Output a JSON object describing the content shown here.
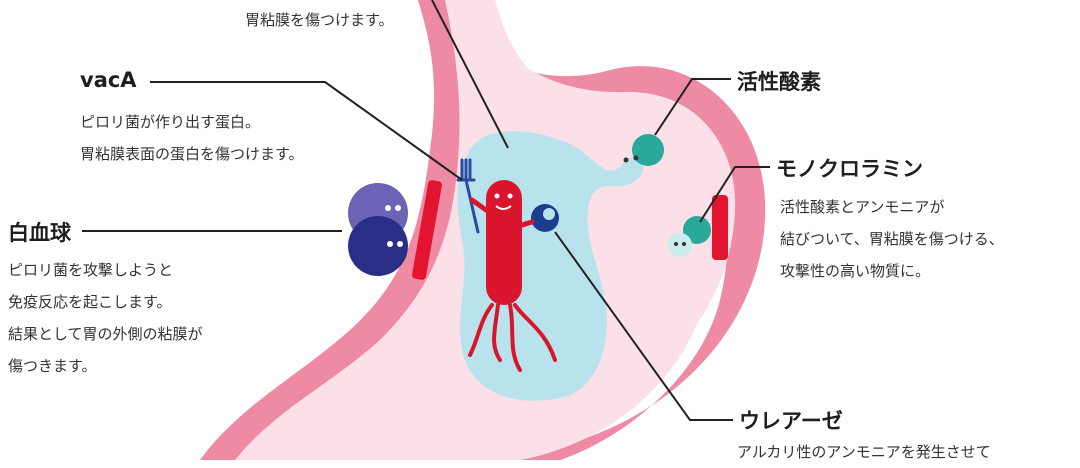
{
  "labels": {
    "top_desc": "胃粘膜を傷つけます。",
    "vacA": {
      "title": "vacA",
      "desc": [
        "ピロリ菌が作り出す蛋白。",
        "胃粘膜表面の蛋白を傷つけます。"
      ]
    },
    "white_blood_cell": {
      "title": "白血球",
      "desc": [
        "ピロリ菌を攻撃しようと",
        "免疫反応を起こします。",
        "結果として胃の外側の粘膜が",
        "傷つきます。"
      ]
    },
    "active_oxygen": {
      "title": "活性酸素"
    },
    "monochloramine": {
      "title": "モノクロラミン",
      "desc": [
        "活性酸素とアンモニアが",
        "結びついて、胃粘膜を傷つける、",
        "攻撃性の高い物質に。"
      ]
    },
    "urease": {
      "title": "ウレアーゼ",
      "desc": [
        "アルカリ性のアンモニアを発生させて"
      ]
    }
  },
  "colors": {
    "stomach_outer": "#ee8aa3",
    "stomach_inner": "#fbe1e7",
    "mucus": "#b9e3ec",
    "bacterium": "#d9152e",
    "inflammation": "#e2142f",
    "wbc": "#2a2f86",
    "wbc_light": "#6b63b5",
    "oxygen": "#2aa99a",
    "leader_line": "#222222"
  },
  "icons": {
    "bacterium": "helicobacter-pylori-icon",
    "fork": "fork-icon",
    "urease": "urease-enzyme-icon",
    "white_blood_cells": "white-blood-cell-icon",
    "active_oxygen": "active-oxygen-icon",
    "monochloramine": "monochloramine-icon"
  }
}
